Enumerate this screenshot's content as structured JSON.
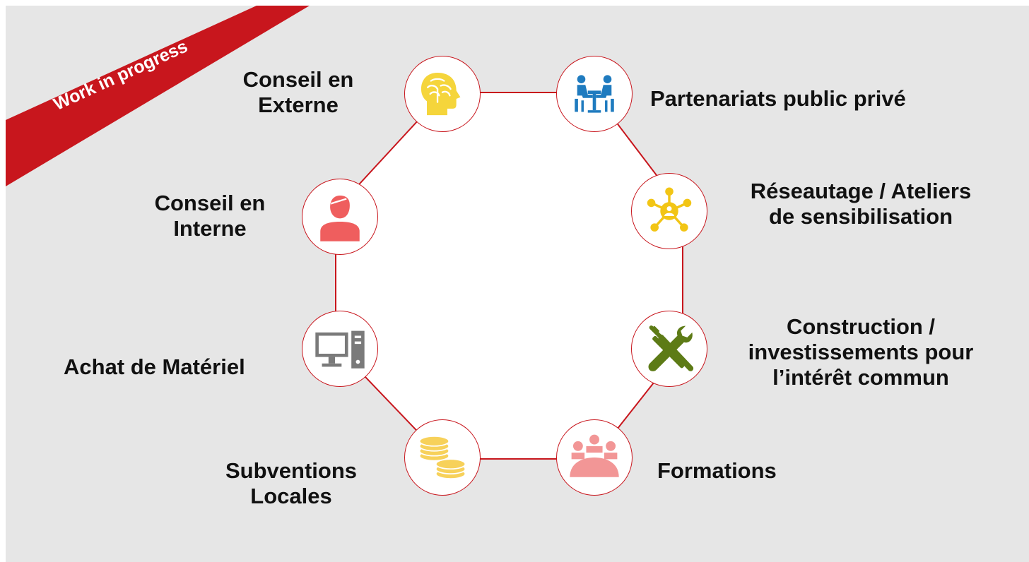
{
  "banner": {
    "text": "Work in progress",
    "color": "#c8161d"
  },
  "colors": {
    "line": "#c8161d",
    "background": "#e6e6e6"
  },
  "nodes": [
    {
      "label": "Conseil en\nExterne",
      "icon": "brain-head-icon",
      "icon_color": "#f5d53b"
    },
    {
      "label": "Partenariats public privé",
      "icon": "meeting-table-icon",
      "icon_color": "#1f7bbf"
    },
    {
      "label": "Réseautage / Ateliers\nde sensibilisation",
      "icon": "network-icon",
      "icon_color": "#f2c515"
    },
    {
      "label": "Construction /\ninvestissements pour\nl’intérêt commun",
      "icon": "tools-icon",
      "icon_color": "#5d7b16"
    },
    {
      "label": "Formations",
      "icon": "group-people-icon",
      "icon_color": "#f29696"
    },
    {
      "label": "Subventions\nLocales",
      "icon": "coins-icon",
      "icon_color": "#f7d15a"
    },
    {
      "label": "Achat de Matériel",
      "icon": "computer-icon",
      "icon_color": "#7a7a7a"
    },
    {
      "label": "Conseil en\nInterne",
      "icon": "person-icon",
      "icon_color": "#ef5e5e"
    }
  ]
}
